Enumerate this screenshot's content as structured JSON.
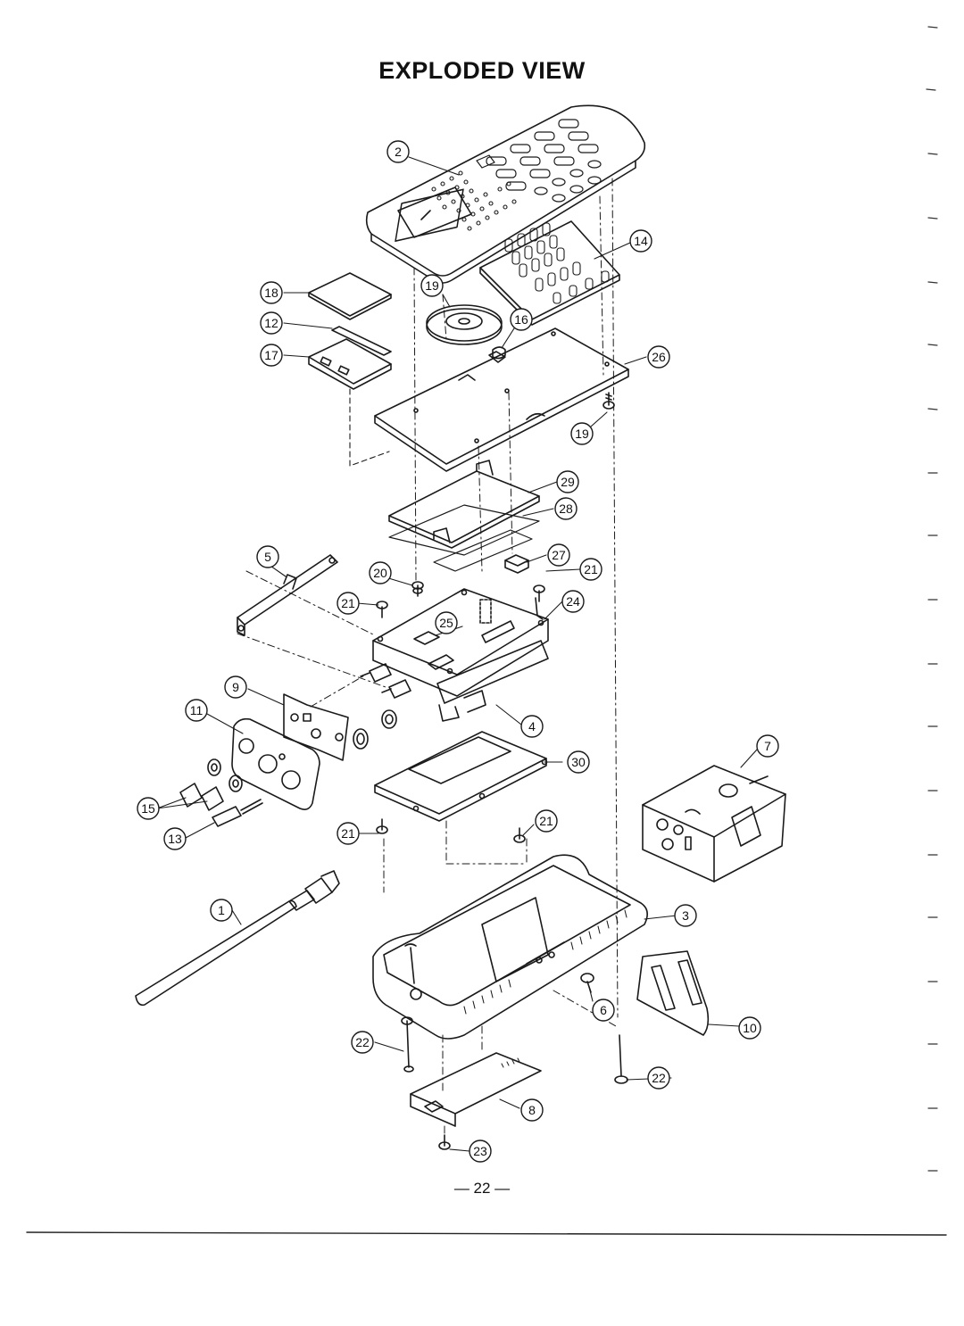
{
  "title": "EXPLODED VIEW",
  "page_number": "— 22 —",
  "callouts": [
    {
      "num": "1"
    },
    {
      "num": "2"
    },
    {
      "num": "3"
    },
    {
      "num": "4"
    },
    {
      "num": "5"
    },
    {
      "num": "6"
    },
    {
      "num": "7"
    },
    {
      "num": "8"
    },
    {
      "num": "9"
    },
    {
      "num": "10"
    },
    {
      "num": "11"
    },
    {
      "num": "12"
    },
    {
      "num": "13"
    },
    {
      "num": "14"
    },
    {
      "num": "15"
    },
    {
      "num": "16"
    },
    {
      "num": "17"
    },
    {
      "num": "18"
    },
    {
      "num": "19"
    },
    {
      "num": "19"
    },
    {
      "num": "20"
    },
    {
      "num": "21"
    },
    {
      "num": "21"
    },
    {
      "num": "21"
    },
    {
      "num": "21"
    },
    {
      "num": "22"
    },
    {
      "num": "22"
    },
    {
      "num": "23"
    },
    {
      "num": "24"
    },
    {
      "num": "25"
    },
    {
      "num": "26"
    },
    {
      "num": "27"
    },
    {
      "num": "28"
    },
    {
      "num": "29"
    },
    {
      "num": "30"
    }
  ]
}
